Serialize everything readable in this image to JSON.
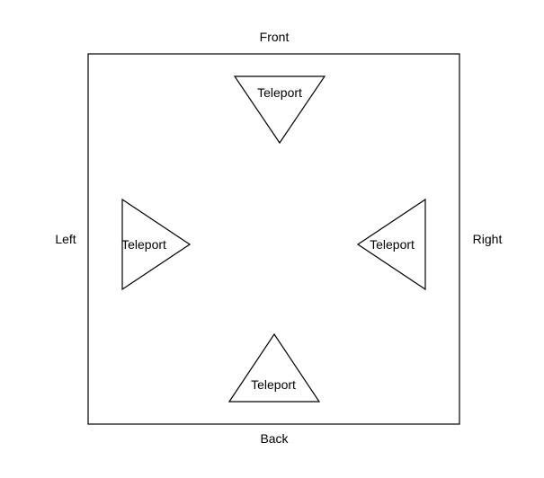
{
  "sides": {
    "front": "Front",
    "back": "Back",
    "left": "Left",
    "right": "Right"
  },
  "teleports": {
    "top": "Teleport",
    "left": "Teleport",
    "right": "Teleport",
    "bottom": "Teleport"
  },
  "colors": {
    "stroke": "#000000",
    "fill": "#ffffff",
    "text": "#000000"
  }
}
